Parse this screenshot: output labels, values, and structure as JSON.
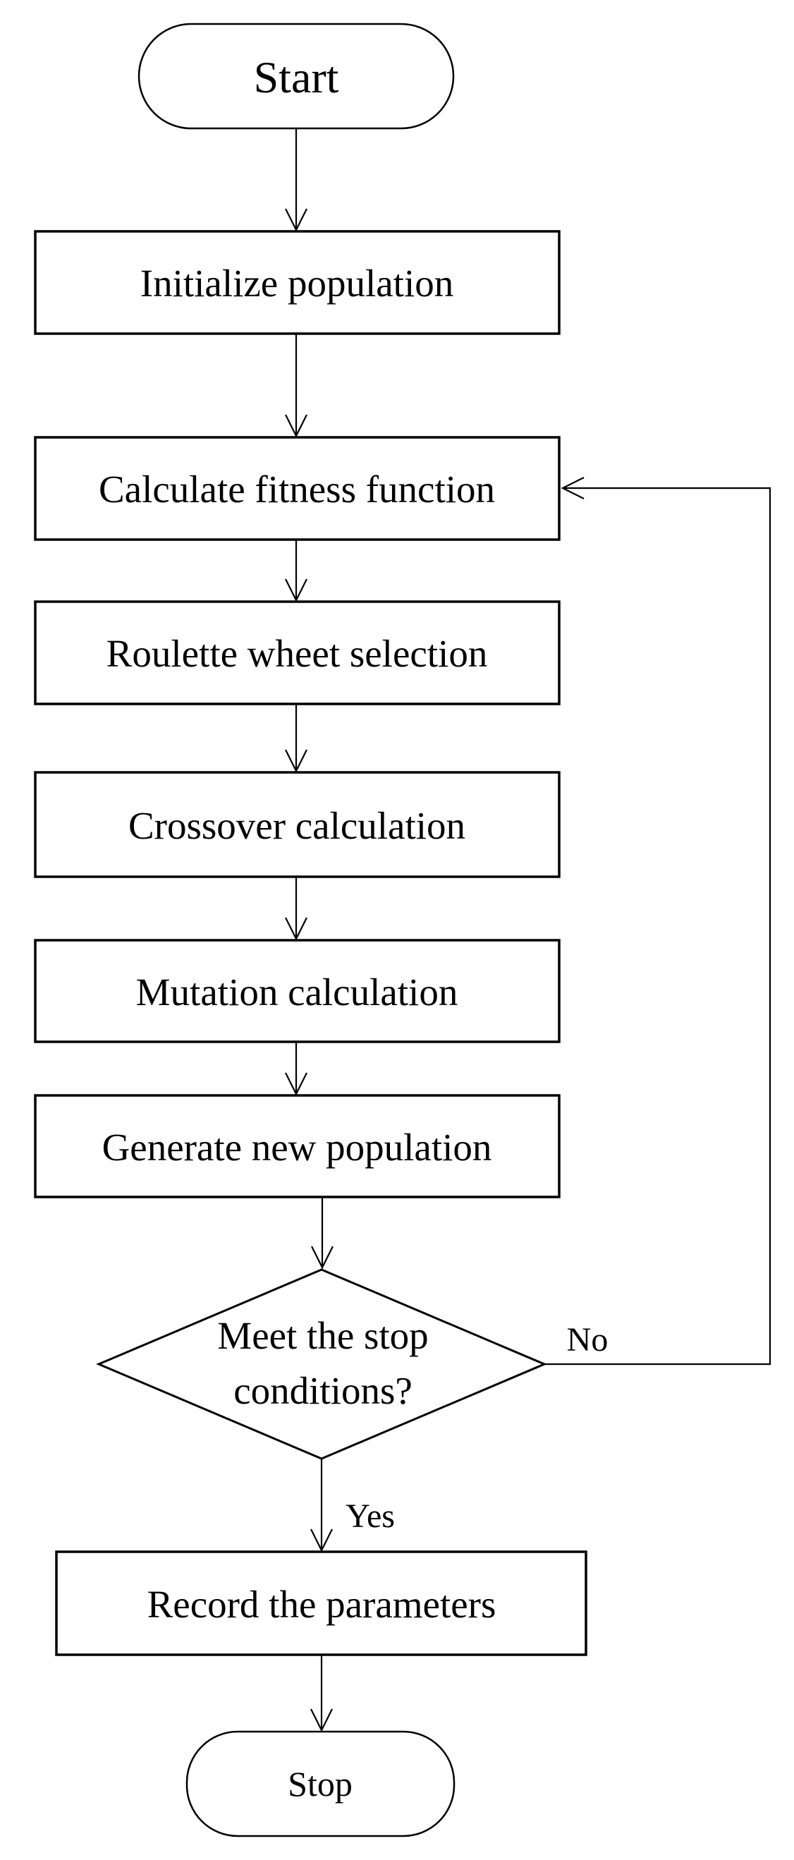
{
  "flowchart": {
    "title_hint": "Genetic algorithm flowchart",
    "colors": {
      "background": "#ffffff",
      "line": "#000000",
      "text": "#000000",
      "node_fill": "#ffffff"
    },
    "nodes": {
      "start": {
        "type": "terminator",
        "label": "Start"
      },
      "init": {
        "type": "process",
        "label": "Initialize population"
      },
      "fitness": {
        "type": "process",
        "label": "Calculate fitness function"
      },
      "roulette": {
        "type": "process",
        "label": "Roulette wheet selection"
      },
      "crossover": {
        "type": "process",
        "label": "Crossover calculation"
      },
      "mutation": {
        "type": "process",
        "label": "Mutation calculation"
      },
      "generate": {
        "type": "process",
        "label": "Generate new population"
      },
      "decision": {
        "type": "decision",
        "label_line1": "Meet the stop",
        "label_line2": "conditions?"
      },
      "record": {
        "type": "process",
        "label": "Record the parameters"
      },
      "stop": {
        "type": "terminator",
        "label": "Stop"
      }
    },
    "edge_labels": {
      "no": "No",
      "yes": "Yes"
    }
  }
}
